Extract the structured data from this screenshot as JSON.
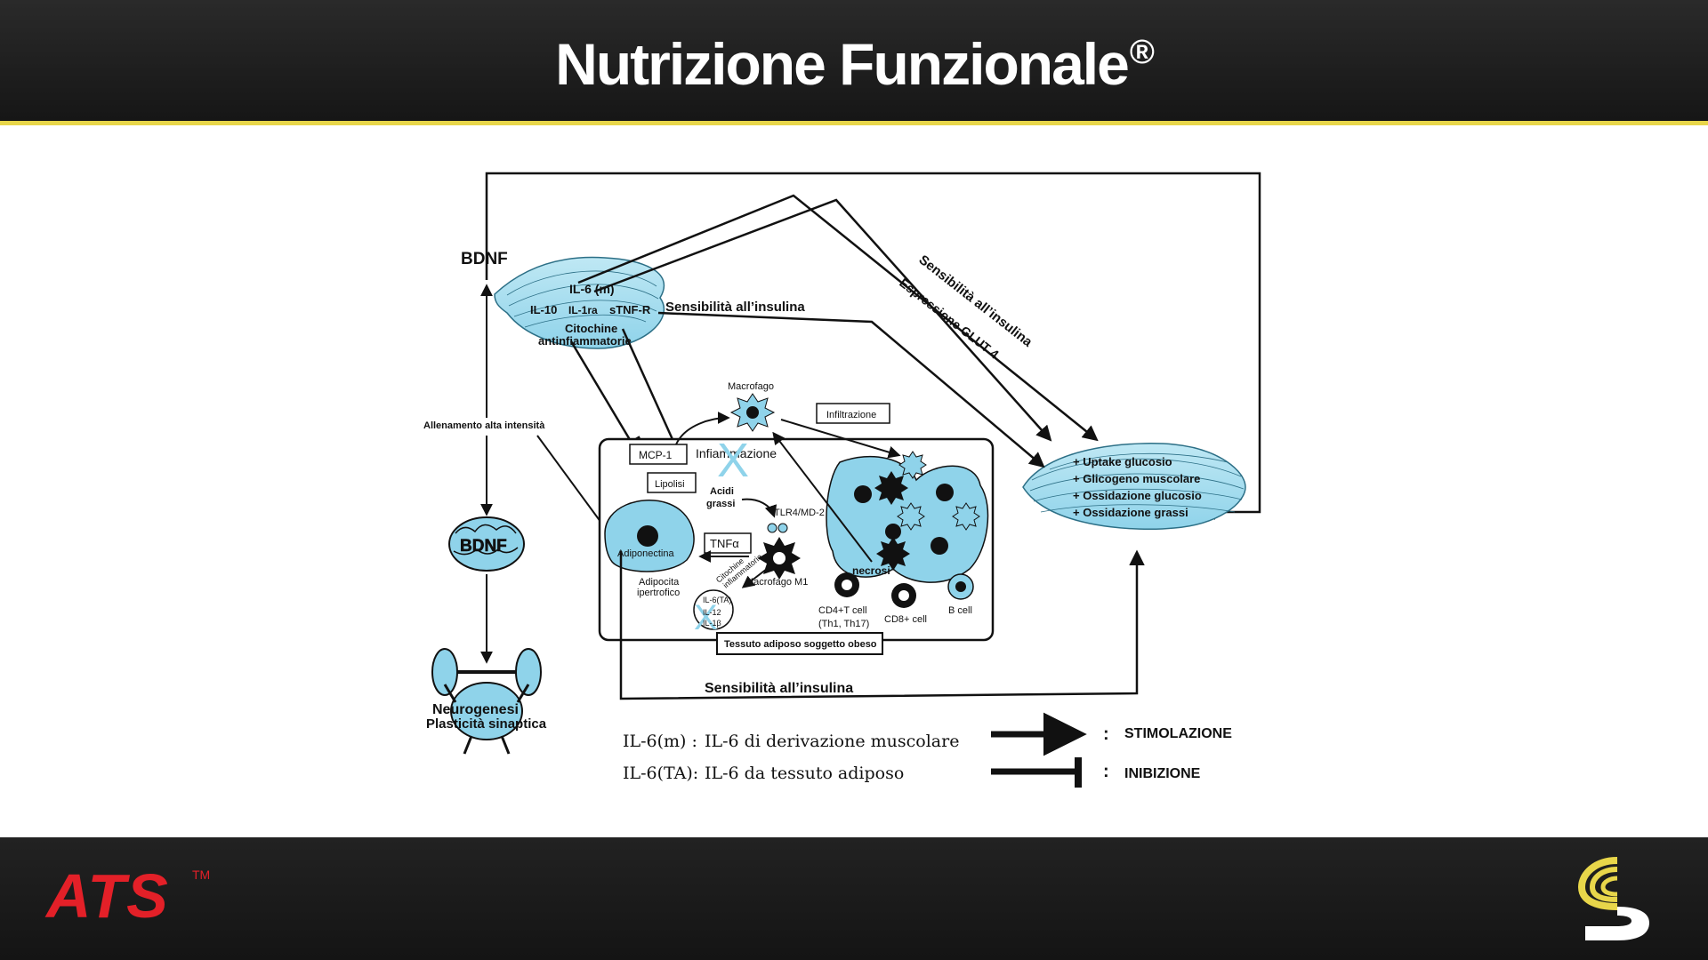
{
  "header": {
    "title": "Nutrizione Funzionale",
    "title_mark": "®"
  },
  "footer": {
    "brand": "ATS",
    "brand_tm": "TM",
    "logo_icon": "ats-s-logo-icon",
    "logo_colors": [
      "#e8d64a",
      "#ffffff"
    ]
  },
  "diagram": {
    "bdnf_top": "BDNF",
    "bdnf_brain": "BDNF",
    "muscle_cytokines": {
      "il6": "IL-6 (m)",
      "il10": "IL-10",
      "il1ra": "IL-1ra",
      "stnfr": "sTNF-R",
      "line1": "Citochine",
      "line2": "antinfiammatorie"
    },
    "insulin_sensitivity_1": "Sensibilità all’insulina",
    "insulin_sensitivity_2": "Sensibilità all’insulina",
    "glut4": "Espressione GLUT 4",
    "insulin_sensitivity_bottom": "Sensibilità all’insulina",
    "training": "Allenamento alta intensità",
    "neuro1": "Neurogenesi",
    "neuro2": "Plasticità sinaptica",
    "muscle_effects": [
      "+ Uptake glucosio",
      "+ Glicogeno muscolare",
      "+ Ossidazione glucosio",
      "+ Ossidazione grassi"
    ],
    "adipose": {
      "macrofago": "Macrofago",
      "infiltrazione": "Infiltrazione",
      "mcp1": "MCP-1",
      "infiammazione": "Infiammazione",
      "lipolisi": "Lipolisi",
      "acidi1": "Acidi",
      "acidi2": "grassi",
      "tlr4": "TLR4/MD-2",
      "tnfa": "TNFα",
      "adiponectina": "Adiponectina",
      "adipocita1": "Adipocita",
      "adipocita2": "ipertrofico",
      "citochine1": "Citochine",
      "citochine2": "infiammatorie",
      "macrofago_m1": "Macrofago M1",
      "il6ta": "IL-6(TA)",
      "il12": "IL-12",
      "il1b": "IL-1β",
      "necrosi": "necrosi",
      "cd4_1": "CD4+T  cell",
      "cd4_2": "(Th1, Th17)",
      "cd8": "CD8+ cell",
      "bcell": "B cell",
      "box_label": "Tessuto adiposo soggetto obeso"
    },
    "legend": {
      "il6m_key": "IL-6(m) :",
      "il6m_desc": "IL-6 di derivazione muscolare",
      "il6ta_key": "IL-6(TA):",
      "il6ta_desc": "IL-6 da tessuto adiposo",
      "stim_colon": ":",
      "stim": "STIMOLAZIONE",
      "inib_colon": ":",
      "inib": "INIBIZIONE"
    }
  }
}
